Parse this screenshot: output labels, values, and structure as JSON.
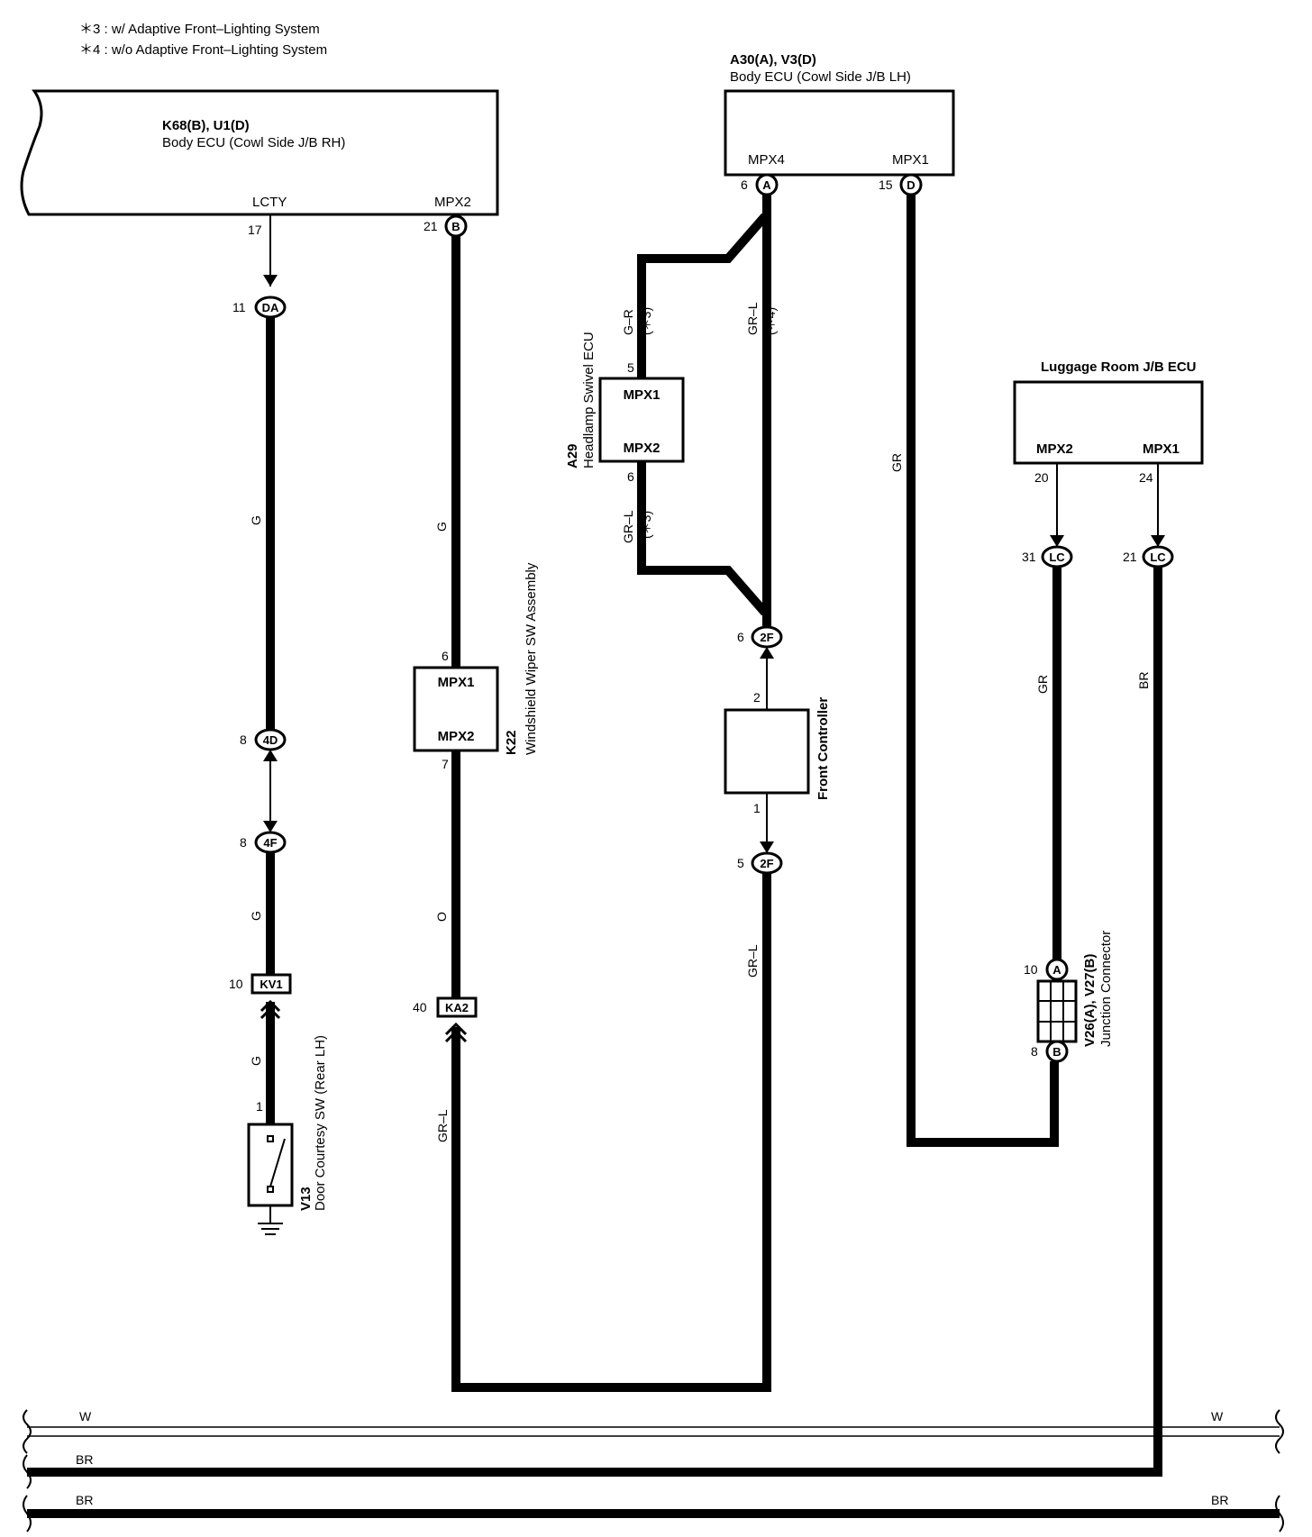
{
  "notes": {
    "n3": "＊3 : w/ Adaptive Front–Lighting System",
    "n4": "＊4 : w/o Adaptive Front–Lighting System"
  },
  "components": {
    "body_ecu_rh": {
      "code": "K68(B), U1(D)",
      "name": "Body ECU (Cowl Side J/B RH)",
      "pin_lcty": "LCTY",
      "pin_mpx2": "MPX2"
    },
    "body_ecu_lh": {
      "code": "A30(A), V3(D)",
      "name": "Body ECU (Cowl Side J/B LH)",
      "pin_mpx4": "MPX4",
      "pin_mpx1": "MPX1"
    },
    "headlamp_ecu": {
      "code": "A29",
      "name": "Headlamp Swivel ECU",
      "pin1": "MPX1",
      "pin2": "MPX2"
    },
    "wiper_sw": {
      "code": "K22",
      "name": "Windshield Wiper SW Assembly",
      "pin1": "MPX1",
      "pin2": "MPX2"
    },
    "front_controller": {
      "name": "Front Controller"
    },
    "luggage_ecu": {
      "name": "Luggage Room J/B ECU",
      "pin_mpx2": "MPX2",
      "pin_mpx1": "MPX1"
    },
    "junction_connector": {
      "code": "V26(A), V27(B)",
      "name": "Junction Connector"
    },
    "door_sw": {
      "code": "V13",
      "name": "Door Courtesy SW (Rear LH)"
    }
  },
  "connectors": {
    "da": "DA",
    "d4d": "4D",
    "d4f": "4F",
    "kv1": "KV1",
    "ka2": "KA2",
    "f2f": "2F",
    "lc": "LC",
    "a": "A",
    "b": "B",
    "d": "D"
  },
  "pins": {
    "p17": "17",
    "p21": "21",
    "p11": "11",
    "p8": "8",
    "p10": "10",
    "p1": "1",
    "p6": "6",
    "p7": "7",
    "p40": "40",
    "p5": "5",
    "p2": "2",
    "p15": "15",
    "p20": "20",
    "p24": "24",
    "p31": "31"
  },
  "wire_colors": {
    "g": "G",
    "o": "O",
    "gr_l": "GR–L",
    "g_r": "G–R",
    "gr": "GR",
    "br": "BR",
    "w": "W"
  },
  "variants": {
    "v3": "(＊3)",
    "v4": "(＊4)"
  }
}
